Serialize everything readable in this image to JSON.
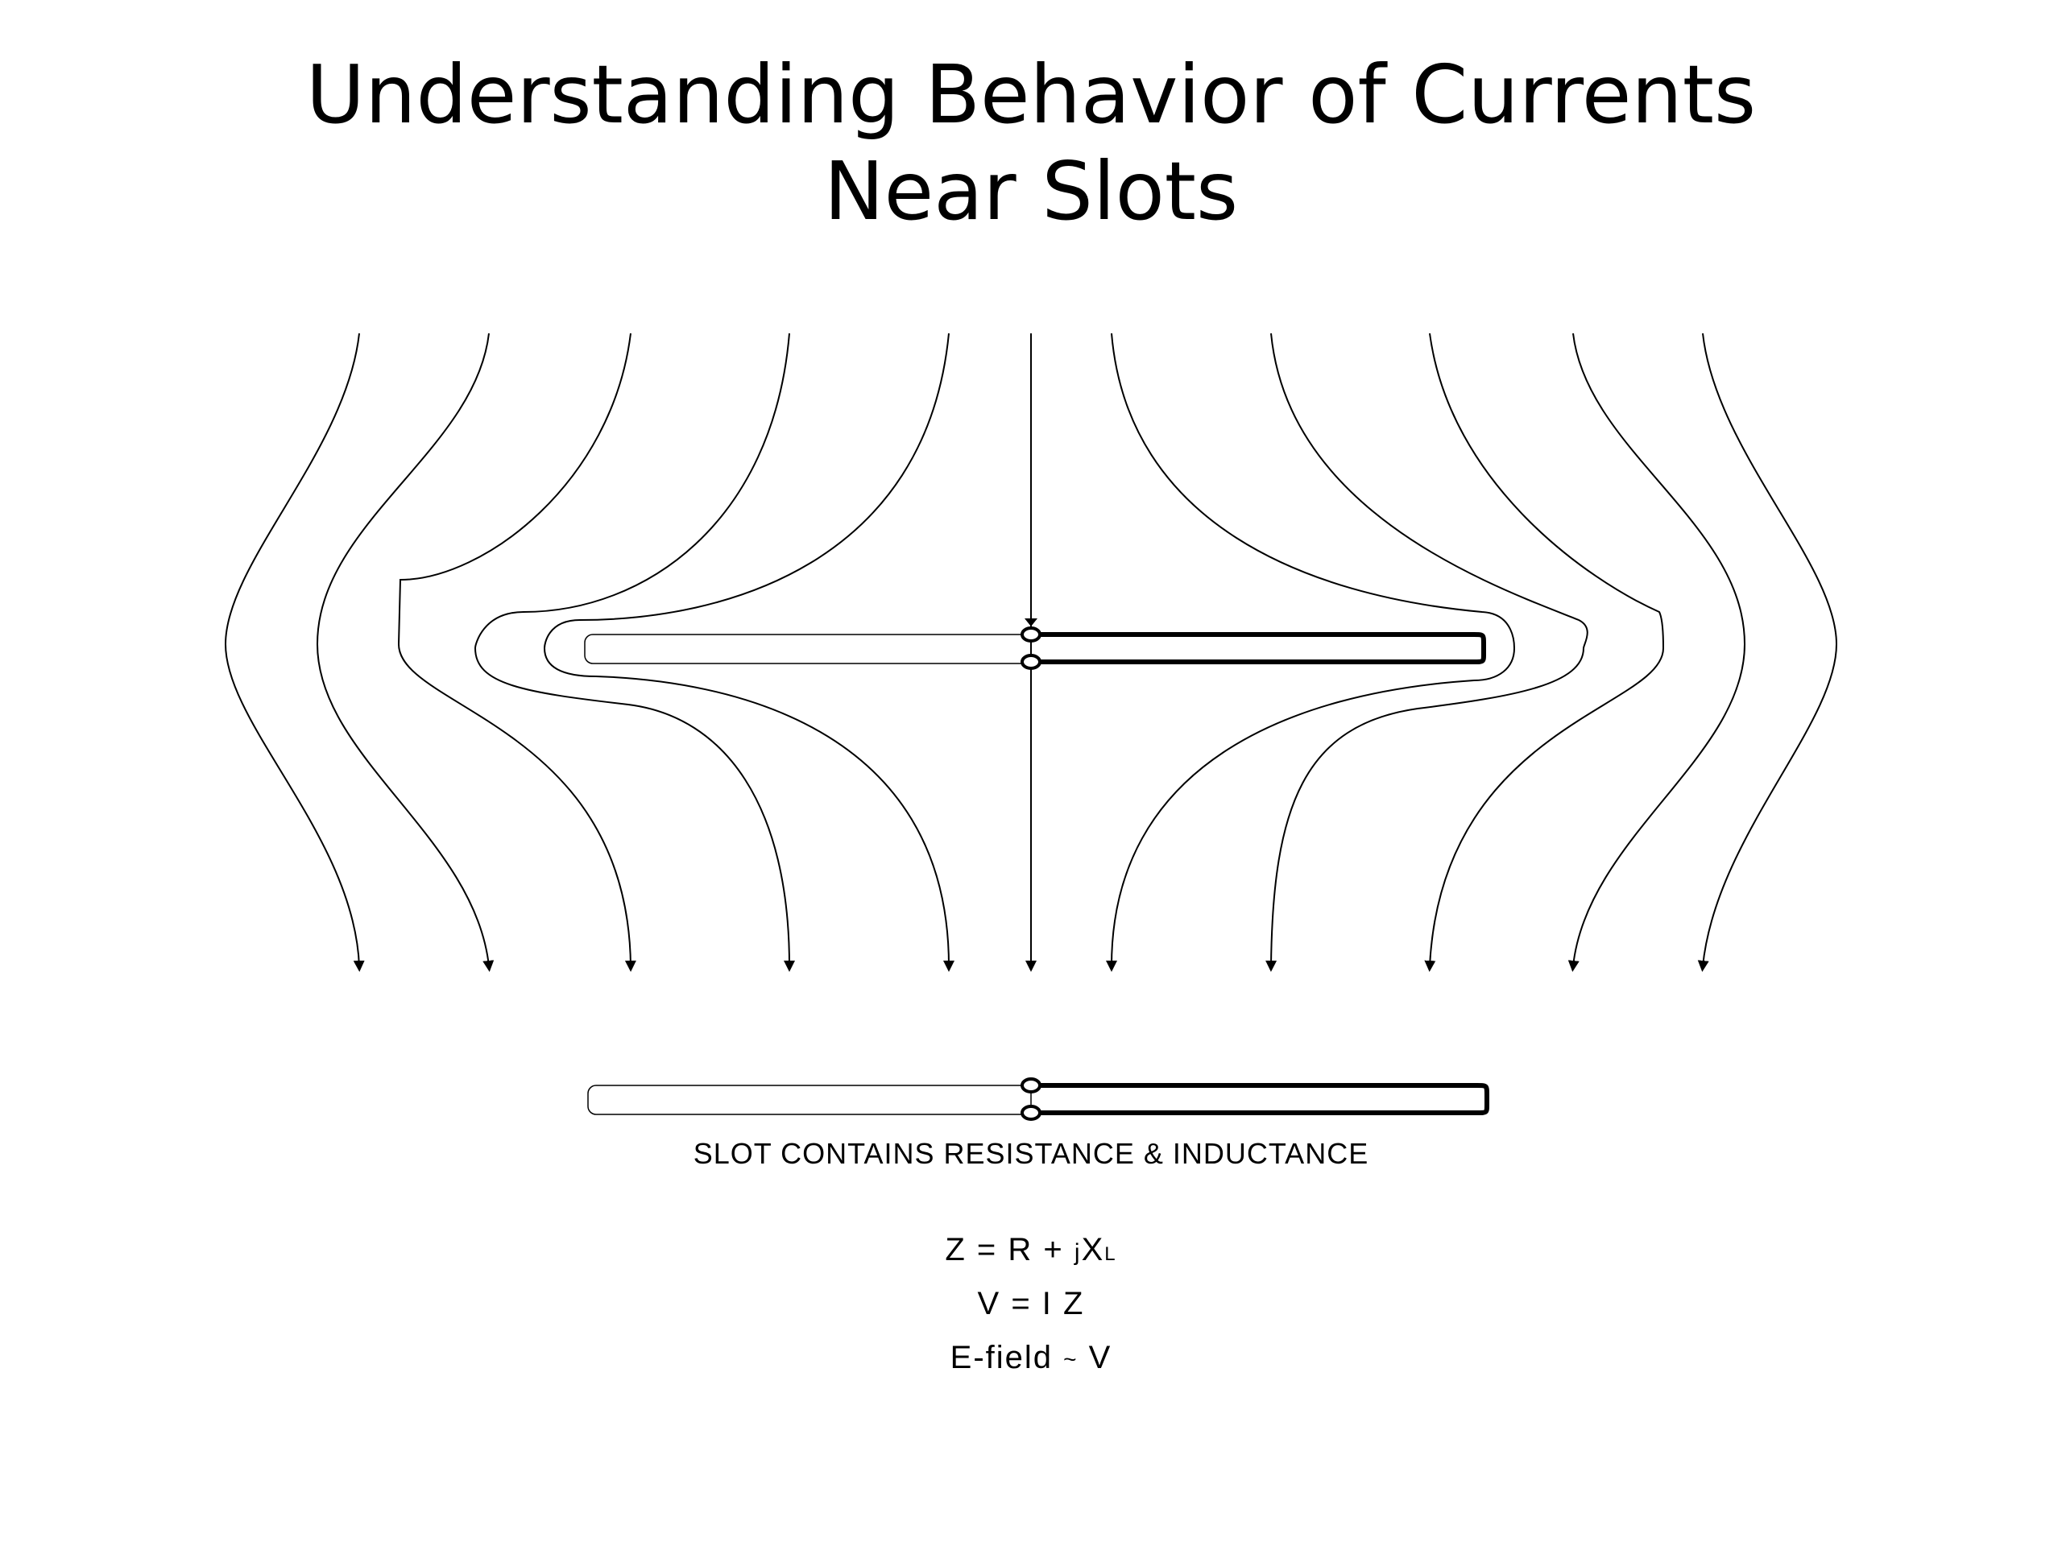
{
  "title": {
    "line1": "Understanding Behavior of  Currents",
    "line2": "Near Slots"
  },
  "caption": "SLOT CONTAINS RESISTANCE & INDUCTANCE",
  "equations": {
    "eq1": {
      "lhs": "Z = R +",
      "j": "j",
      "x": "X",
      "sub": "L"
    },
    "eq2": "V = I Z",
    "eq3": {
      "lhs": "E-field",
      "tilde": "~",
      "rhs": "V"
    }
  },
  "colors": {
    "line": "#000000",
    "background": "#ffffff"
  }
}
